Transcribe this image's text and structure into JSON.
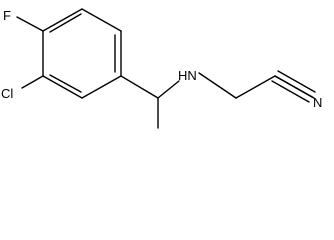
{
  "molecule": {
    "atoms": {
      "fluorine": "F",
      "chlorine": "Cl",
      "amine": "HN",
      "nitrile_nitrogen": "N"
    }
  }
}
